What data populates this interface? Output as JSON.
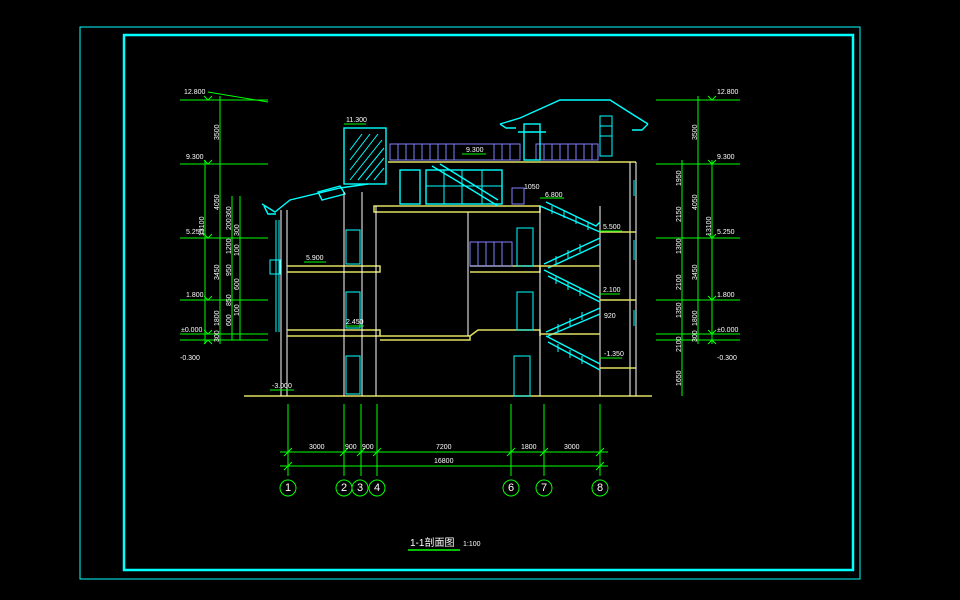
{
  "drawing": {
    "title": "1-1剖面图",
    "scale": "1:100",
    "colors": {
      "background": "#000000",
      "frame": "#00ffff",
      "dimension": "#00ff00",
      "slab": "#e0e060",
      "railing": "#8080ff",
      "text": "#ffffff"
    }
  },
  "elevations_left": {
    "top": "12.800",
    "roof": "9.300",
    "f3": "5.250",
    "f2": "1.800",
    "zero": "±0.000",
    "ground": "-0.300"
  },
  "elevations_right": {
    "top": "12.800",
    "roof": "9.300",
    "f3": "5.250",
    "f2": "1.800",
    "zero": "±0.000",
    "ground": "-0.300"
  },
  "interior_levels": {
    "parapet": "11.300",
    "terrace": "9.300",
    "upper_landing": "6.800",
    "landing_1050": "1050",
    "f3_room": "5.900",
    "landing_5500": "5.500",
    "f2_room": "2.450",
    "landing_2100": "2.100",
    "stair_920": "920",
    "landing_low": "-1.350",
    "basement": "-3.000"
  },
  "left_dims": {
    "d3500": "3500",
    "d4050": "4050",
    "d13100": "13100",
    "d3450": "3450",
    "d1800": "1800",
    "d300": "300",
    "d600a": "600",
    "d100a": "100",
    "d850": "850",
    "d950": "950",
    "d600b": "600",
    "d1200": "1200",
    "d100b": "100",
    "d200": "200",
    "d300b": "300",
    "d360": "360"
  },
  "right_dims": {
    "d3500": "3500",
    "d4050": "4050",
    "d13100": "13100",
    "d3450": "3450",
    "d1800": "1800",
    "d300": "300",
    "s1950": "1950",
    "s2150": "2150",
    "s1300": "1300",
    "s2100": "2100",
    "s1350": "1350",
    "s2100b": "2100",
    "s1650": "1650"
  },
  "bottom_dims": {
    "spans": [
      "3000",
      "900",
      "900",
      "7200",
      "1800",
      "3000"
    ],
    "total": "16800"
  },
  "axes": [
    "1",
    "2",
    "3",
    "4",
    "6",
    "7",
    "8"
  ]
}
